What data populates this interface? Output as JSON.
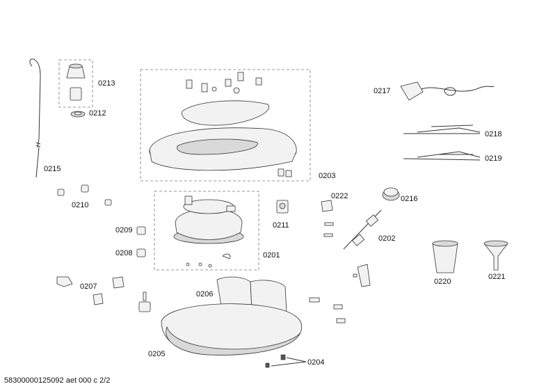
{
  "labels": {
    "p0201": "0201",
    "p0202": "0202",
    "p0203": "0203",
    "p0204": "0204",
    "p0205": "0205",
    "p0206": "0206",
    "p0207": "0207",
    "p0208": "0208",
    "p0209": "0209",
    "p0210": "0210",
    "p0211": "0211",
    "p0212": "0212",
    "p0213": "0213",
    "p0215": "0215",
    "p0216": "0216",
    "p0217": "0217",
    "p0218": "0218",
    "p0219": "0219",
    "p0220": "0220",
    "p0221": "0221",
    "p0222": "0222"
  },
  "footer": "58300000125092 aet 000 c 2/2"
}
